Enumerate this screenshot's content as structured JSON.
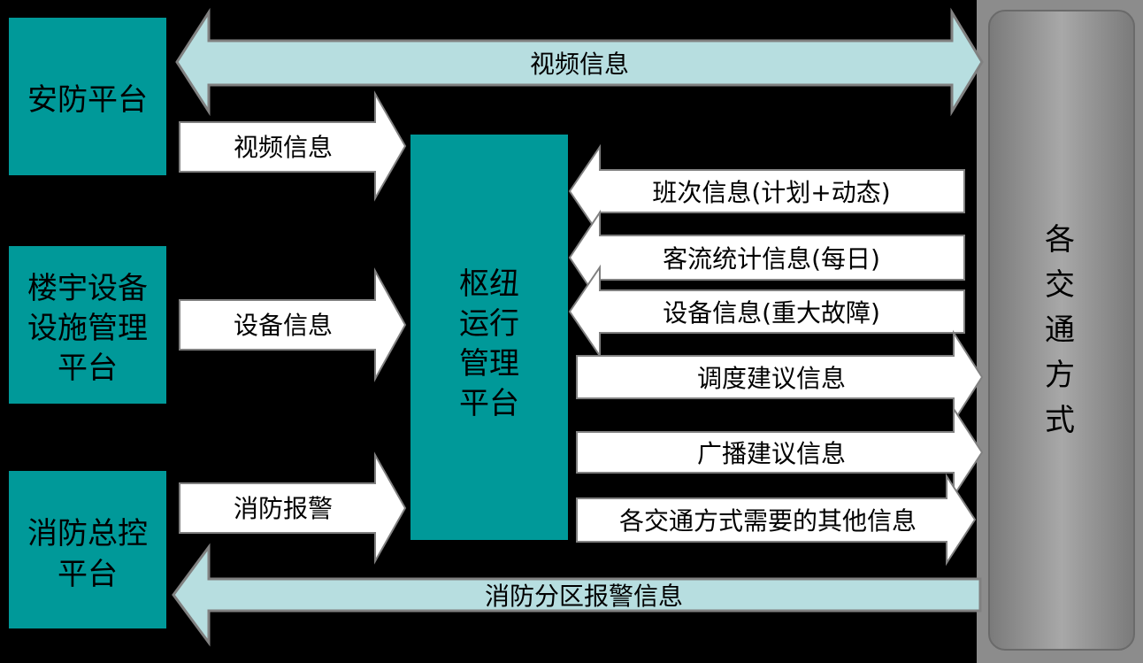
{
  "boxes": {
    "security": {
      "lines": [
        "安防平台"
      ]
    },
    "building": {
      "lines": [
        "楼宇设备",
        "设施管理",
        "平台"
      ]
    },
    "fire": {
      "lines": [
        "消防总控",
        "平台"
      ]
    },
    "hub": {
      "lines": [
        "枢纽",
        "运行",
        "管理",
        "平台"
      ]
    },
    "transport": {
      "lines": [
        "各",
        "交",
        "通",
        "方",
        "式"
      ]
    }
  },
  "arrows": {
    "video_top": "视频信息",
    "video_to_hub": "视频信息",
    "device_to_hub": "设备信息",
    "fire_alarm_to_hub": "消防报警",
    "shift_info": "班次信息(计划+动态)",
    "passenger_stats": "客流统计信息(每日)",
    "device_fault": "设备信息(重大故障)",
    "dispatch_advice": "调度建议信息",
    "broadcast_advice": "广播建议信息",
    "other_info": "各交通方式需要的其他信息",
    "fire_zone_alarm": "消防分区报警信息"
  },
  "colors": {
    "background": "#000000",
    "teal": "#009999",
    "light_blue": "#b7dee0",
    "white": "#ffffff",
    "arrow_outline": "#808080",
    "gray_panel": "#9a9a9a"
  }
}
